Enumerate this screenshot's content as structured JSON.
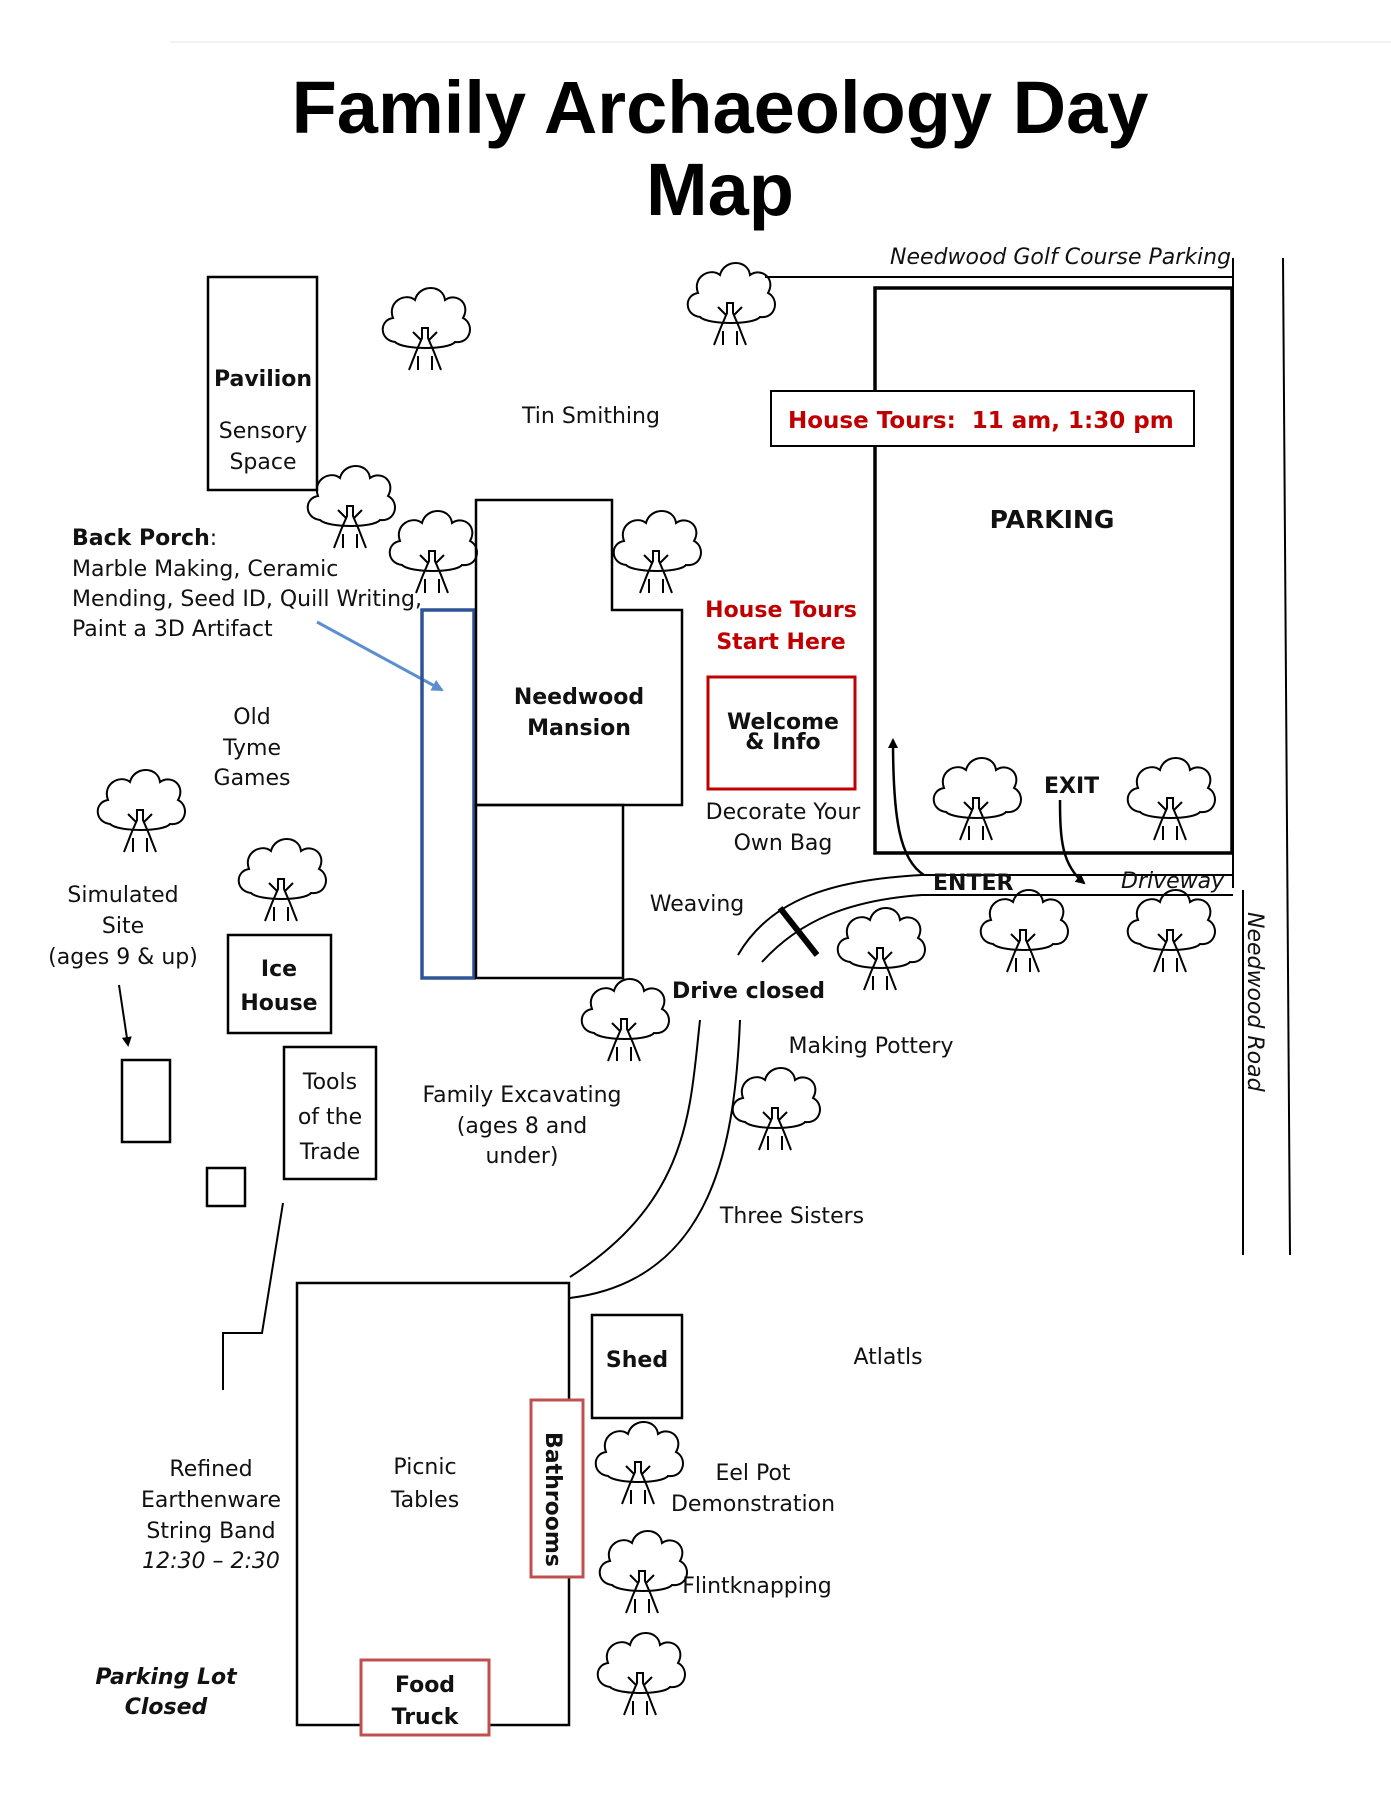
{
  "title": {
    "line1": "Family Archaeology Day",
    "line2": "Map"
  },
  "roads": {
    "golf_parking": "Needwood Golf Course Parking",
    "driveway": "Driveway",
    "needwood_road": "Needwood Road",
    "enter": "ENTER",
    "exit": "EXIT",
    "drive_closed": "Drive closed"
  },
  "parking": {
    "label": "PARKING"
  },
  "house_tours_times": "House Tours:  11 am, 1:30 pm",
  "house_tours_start": {
    "line1": "House Tours",
    "line2": "Start Here"
  },
  "welcome": {
    "line1": "Welcome",
    "line2": "& Info"
  },
  "decorate_bag": {
    "line1": "Decorate Your",
    "line2": "Own Bag"
  },
  "pavilion": {
    "name": "Pavilion",
    "line1": "Sensory",
    "line2": "Space"
  },
  "back_porch": {
    "heading": "Back Porch",
    "colon": ":",
    "line1": "Marble Making, Ceramic",
    "line2": "Mending, Seed ID, Quill Writing,",
    "line3": "Paint a 3D Artifact"
  },
  "mansion": {
    "line1": "Needwood",
    "line2": "Mansion"
  },
  "tin_smithing": "Tin Smithing",
  "old_tyme_games": {
    "line1": "Old",
    "line2": "Tyme",
    "line3": "Games"
  },
  "simulated_site": {
    "line1": "Simulated",
    "line2": "Site",
    "line3": "(ages 9 & up)"
  },
  "ice_house": {
    "line1": "Ice",
    "line2": "House"
  },
  "tools_trade": {
    "line1": "Tools",
    "line2": "of the",
    "line3": "Trade"
  },
  "weaving": "Weaving",
  "making_pottery": "Making Pottery",
  "family_excavating": {
    "line1": "Family Excavating",
    "line2": "(ages 8 and",
    "line3": "under)"
  },
  "three_sisters": "Three Sisters",
  "shed": "Shed",
  "atlatls": "Atlatls",
  "picnic_tables": {
    "line1": "Picnic",
    "line2": "Tables"
  },
  "bathrooms": "Bathrooms",
  "eel_pot": {
    "line1": "Eel Pot",
    "line2": "Demonstration"
  },
  "flintknapping": "Flintknapping",
  "food_truck": {
    "line1": "Food",
    "line2": "Truck"
  },
  "string_band": {
    "line1": "Refined",
    "line2": "Earthenware",
    "line3": "String Band",
    "time": "12:30 – 2:30"
  },
  "parking_closed": {
    "line1": "Parking Lot",
    "line2": "Closed"
  },
  "icons": {
    "tree": "tree-icon",
    "arrow": "arrow-icon"
  },
  "colors": {
    "accent_red": "#c00000",
    "porch_blue": "#2f5496",
    "arrow_blue": "#5b8fd0",
    "tour_box_red": "#c0504d"
  }
}
